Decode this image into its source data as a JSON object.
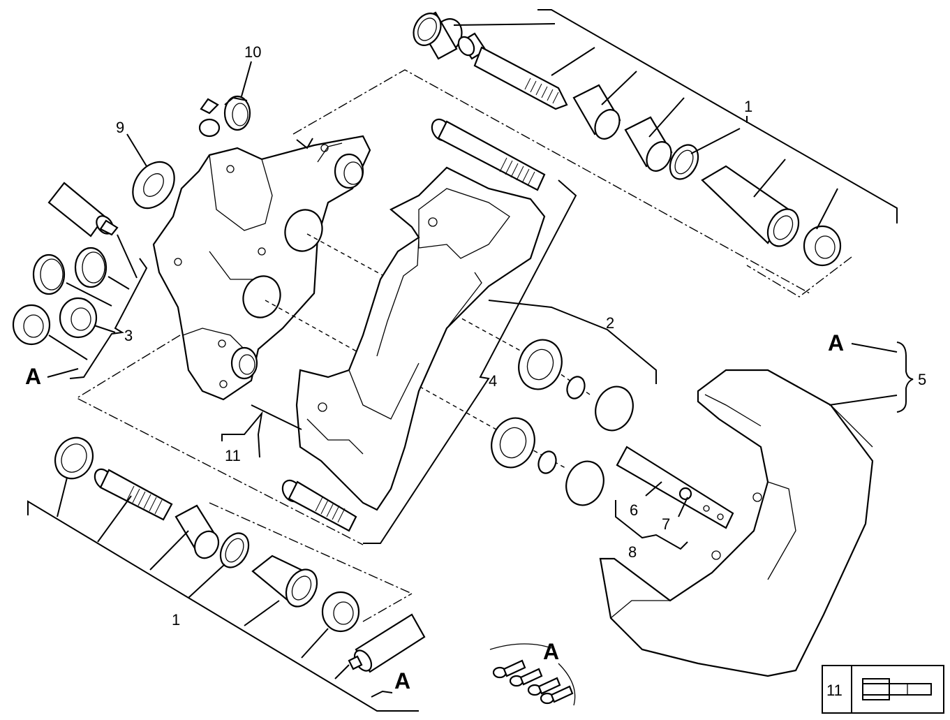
{
  "callouts": {
    "c1_top": "1",
    "c1_bottom": "1",
    "c2": "2",
    "c3": "3",
    "c4": "4",
    "c5": "5",
    "c6": "6",
    "c7": "7",
    "c8": "8",
    "c9": "9",
    "c10": "10",
    "c11": "11"
  },
  "letters": {
    "a_left": "A",
    "a_right": "A",
    "a_bottom": "A",
    "a_screws": "A"
  },
  "legend": {
    "number": "11",
    "icon": "bolt-icon"
  }
}
